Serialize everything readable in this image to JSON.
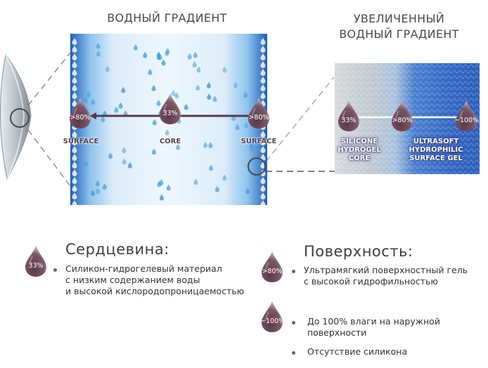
{
  "titles": {
    "left": "ВОДНЫЙ ГРАДИЕНТ",
    "right_line1": "УВЕЛИЧЕННЫЙ",
    "right_line2": "ВОДНЫЙ ГРАДИЕНТ"
  },
  "cross_section": {
    "drops": [
      {
        "value": ">80%",
        "label": "SURFACE"
      },
      {
        "value": "33%",
        "label": "CORE"
      },
      {
        "value": ">80%",
        "label": "SURFACE"
      }
    ]
  },
  "magnified": {
    "drops": [
      {
        "value": "33%"
      },
      {
        "value": ">80%"
      },
      {
        "value": "~100%"
      }
    ],
    "labels": {
      "core_line1": "SILICONE",
      "core_line2": "HYDROGEL",
      "core_line3": "CORE",
      "gel_line1": "ULTRASOFT",
      "gel_line2": "HYDROPHILIC",
      "gel_line3": "SURFACE GEL"
    }
  },
  "legend": {
    "core": {
      "title": "Сердцевина:",
      "value": "33%",
      "text_line1": "Силикон-гидрогелевый материал",
      "text_line2": "с низким содержанием воды",
      "text_line3": "и высокой кислородопроницаемостью"
    },
    "surface": {
      "title": "Поверхность:",
      "value1": ">80%",
      "text1_line1": "Ультрамягкий поверхностный гель",
      "text1_line2": "с высокой гидрофильностью",
      "value2": "~100%",
      "text2_line1": "До 100% влаги на наружной",
      "text2_line2": "поверхности",
      "text3": "Отсутствие силикона"
    }
  },
  "colors": {
    "drop_dark": "#5a3a48",
    "drop_light": "#b89aa6",
    "gradient_blue": "#2f6fc0",
    "panel_light": "#dff0fb"
  }
}
